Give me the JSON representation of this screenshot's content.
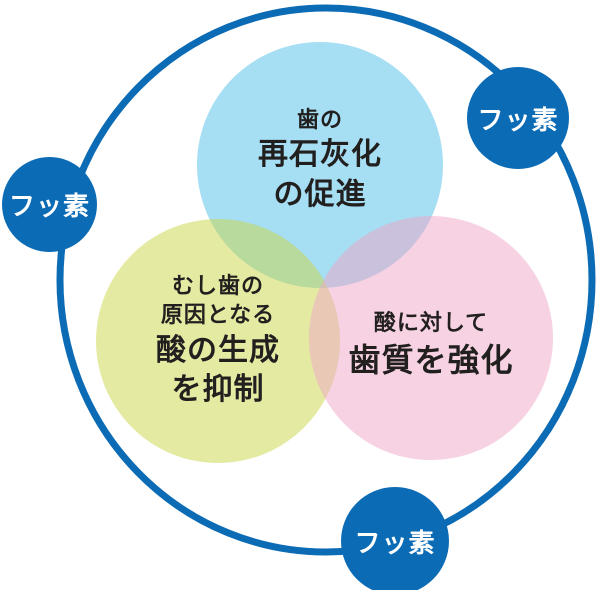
{
  "diagram": {
    "subject": "フッ素",
    "outline_color": "#0C6BB5",
    "badge_color": "#0C6BB5",
    "badge_text_color": "#FFFFFF",
    "text_color": "#221F1F",
    "badges": [
      {
        "label": "フッ素",
        "position": "left"
      },
      {
        "label": "フッ素",
        "position": "top-right"
      },
      {
        "label": "フッ素",
        "position": "bottom"
      }
    ],
    "circles": {
      "top": {
        "color": "#A6DEF1",
        "small": "歯の",
        "big1": "再石灰化",
        "big2": "の促進"
      },
      "left": {
        "color": "#E5EAA3",
        "small1": "むし歯の",
        "small2": "原因となる",
        "big1": "酸の生成",
        "big2": "を抑制"
      },
      "right": {
        "color": "#F6D2E3",
        "small": "酸に対して",
        "big": "歯質を強化"
      }
    }
  }
}
